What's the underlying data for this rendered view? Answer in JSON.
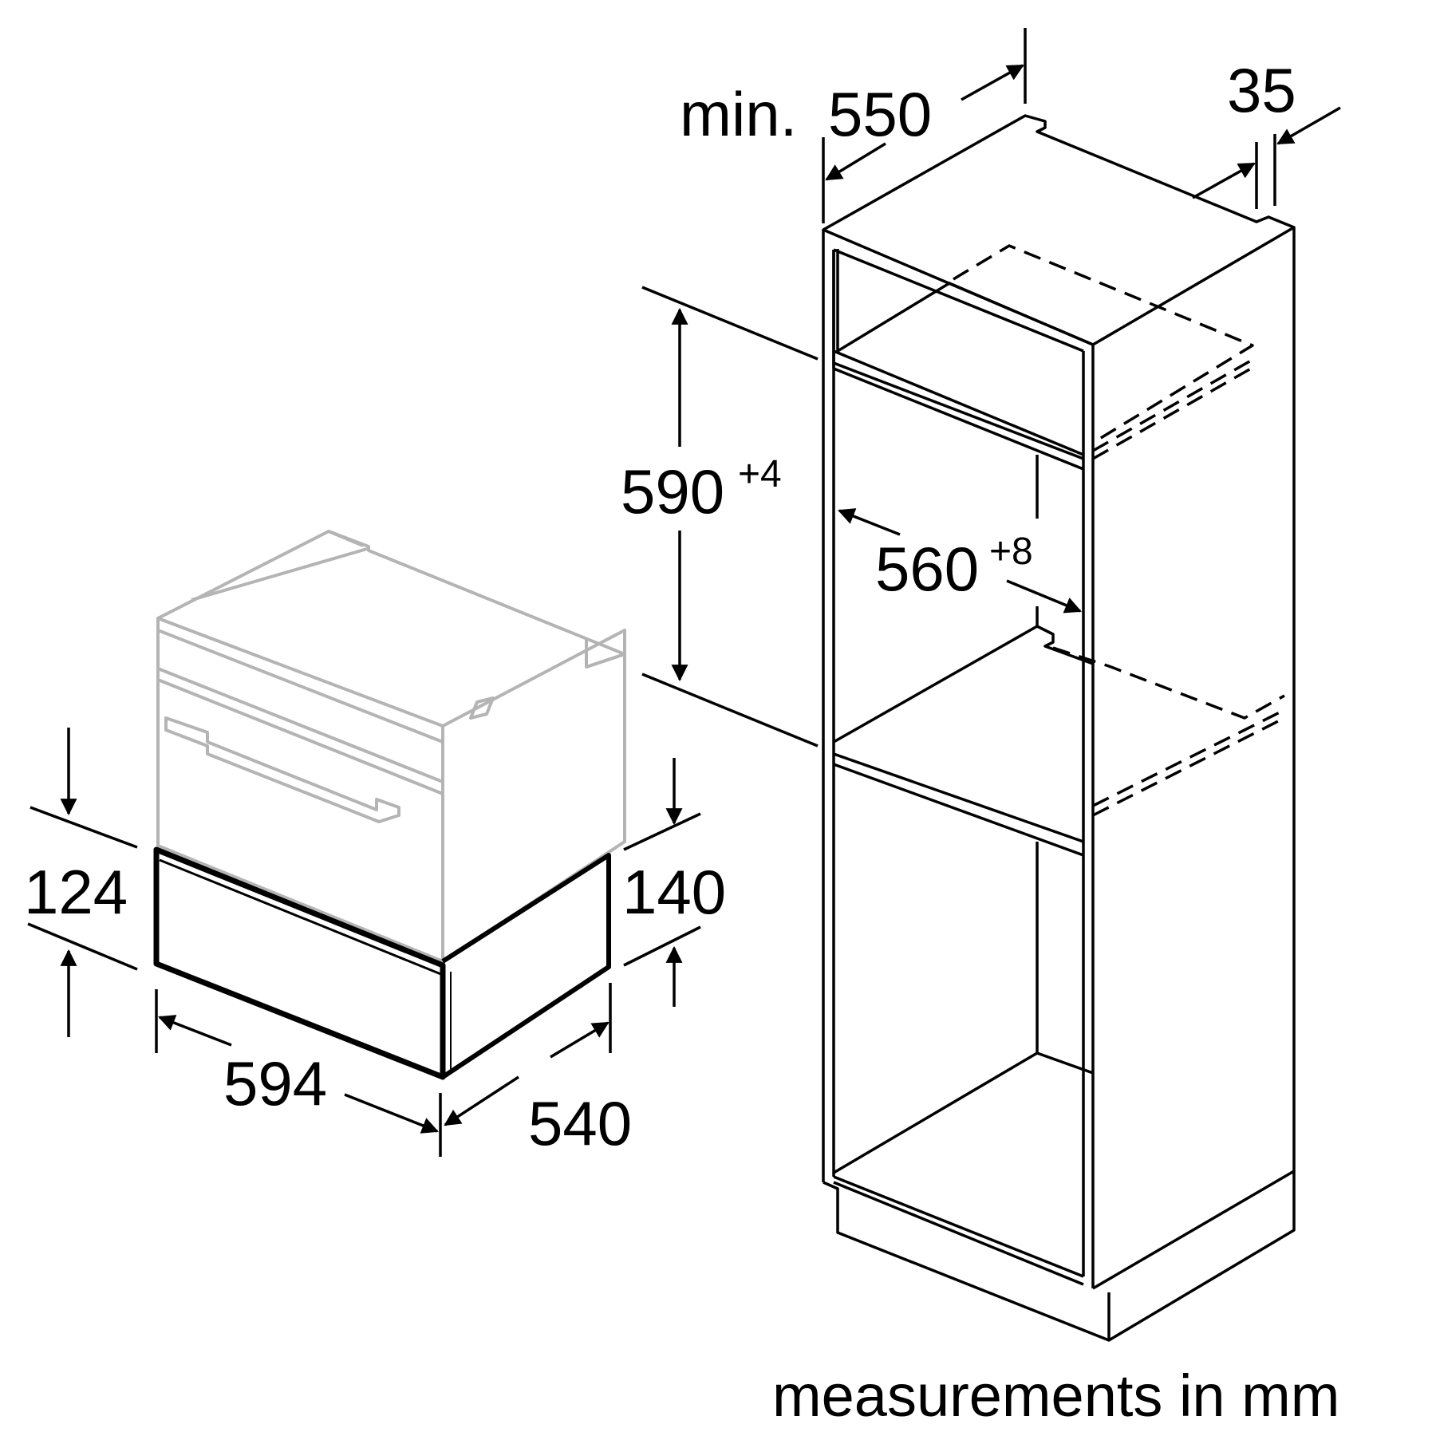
{
  "diagram": {
    "footer_note": "measurements in mm",
    "colors": {
      "line": "#000000",
      "ghost_appliance": "#b4b4b4",
      "background": "#ffffff"
    },
    "dimensions": {
      "cabinet_depth": {
        "prefix": "min.",
        "value": "550"
      },
      "rear_gap": {
        "value": "35"
      },
      "niche_height": {
        "value": "590",
        "tolerance": "+4"
      },
      "niche_width": {
        "value": "560",
        "tolerance": "+8"
      },
      "drawer_front_height": {
        "value": "124"
      },
      "drawer_side_height": {
        "value": "140"
      },
      "drawer_width": {
        "value": "594"
      },
      "drawer_depth": {
        "value": "540"
      }
    }
  }
}
